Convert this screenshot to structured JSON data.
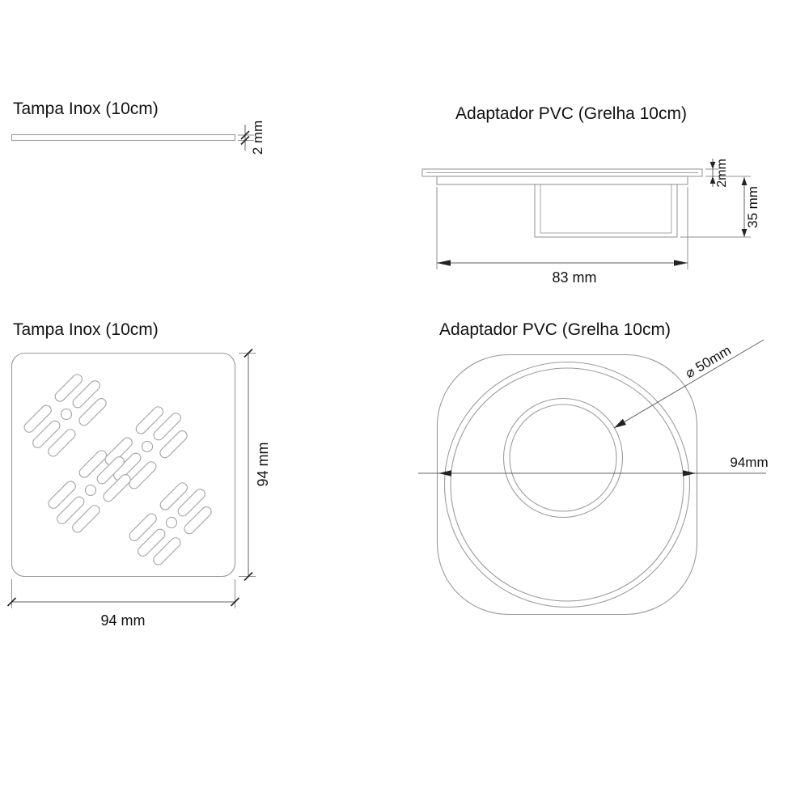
{
  "colors": {
    "background": "#ffffff",
    "part_line": "#97999c",
    "dimension_line": "#5f6163",
    "text": "#111111"
  },
  "views": {
    "tampa_side": {
      "title": "Tampa Inox (10cm)",
      "thickness": "2 mm"
    },
    "adaptador_side": {
      "title": "Adaptador PVC (Grelha 10cm)",
      "lip_thickness": "2mm",
      "height": "35 mm",
      "width": "83 mm"
    },
    "tampa_top": {
      "title": "Tampa Inox (10cm)",
      "height": "94 mm",
      "width": "94 mm"
    },
    "adaptador_top": {
      "title": "Adaptador PVC (Grelha 10cm)",
      "hole_diameter": "⌀ 50mm",
      "outer_width": "94mm"
    }
  }
}
